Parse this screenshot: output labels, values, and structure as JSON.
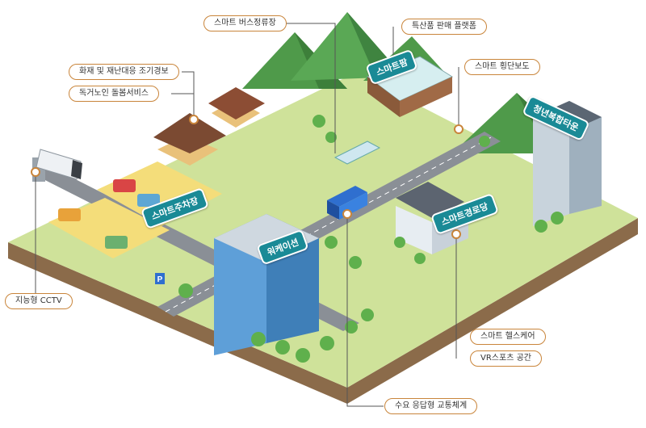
{
  "callouts": {
    "bus_stop": "스마트 버스정류장",
    "specialty_sales": "특산품 판매 플랫폼",
    "crosswalk": "스마트 횡단보도",
    "fire_alert": "화재 및 재난대응 조기경보",
    "elderly_care": "독거노인 돌봄서비스",
    "cctv": "지능형 CCTV",
    "healthcare": "스마트 헬스케어",
    "vr_sports": "VR스포츠 공간",
    "demand_transport": "수요 응답형 교통체계"
  },
  "signs": {
    "smart_farm": "스마트팜",
    "youth_town": "청년복합타운",
    "smart_parking": "스마트주차장",
    "work_station": "워케이션",
    "smart_hall": "스마트경로당"
  },
  "colors": {
    "ground": "#cfe29a",
    "road": "#8a8f96",
    "sign": "#1a8a96",
    "callout_border": "#c9853b",
    "mountain": "#4f9a4a"
  }
}
